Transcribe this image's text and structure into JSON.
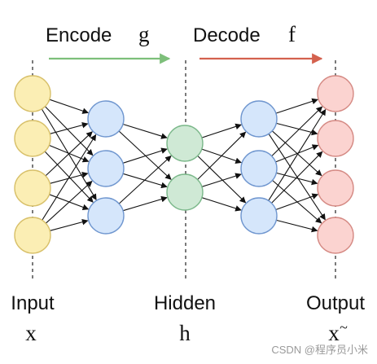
{
  "encode": {
    "label": "Encode",
    "symbol": "g",
    "arrow_color": "#7dbf7a"
  },
  "decode": {
    "label": "Decode",
    "symbol": "f",
    "arrow_color": "#d4614e"
  },
  "layers": {
    "input": {
      "label": "Input",
      "symbol": "x",
      "nodes": 4,
      "fill": "#fbeeb4",
      "stroke": "#d8c06a"
    },
    "enc1": {
      "nodes": 3,
      "fill": "#d5e6fb",
      "stroke": "#6f96cf"
    },
    "hidden": {
      "label": "Hidden",
      "symbol": "h",
      "nodes": 2,
      "fill": "#cfe9d5",
      "stroke": "#7bb88a"
    },
    "dec1": {
      "nodes": 3,
      "fill": "#d5e6fb",
      "stroke": "#6f96cf"
    },
    "output": {
      "label": "Output",
      "symbol": "x",
      "symbol_accent": "~",
      "nodes": 4,
      "fill": "#fbd3d0",
      "stroke": "#d58a84"
    }
  },
  "watermark": "CSDN @程序员小米"
}
